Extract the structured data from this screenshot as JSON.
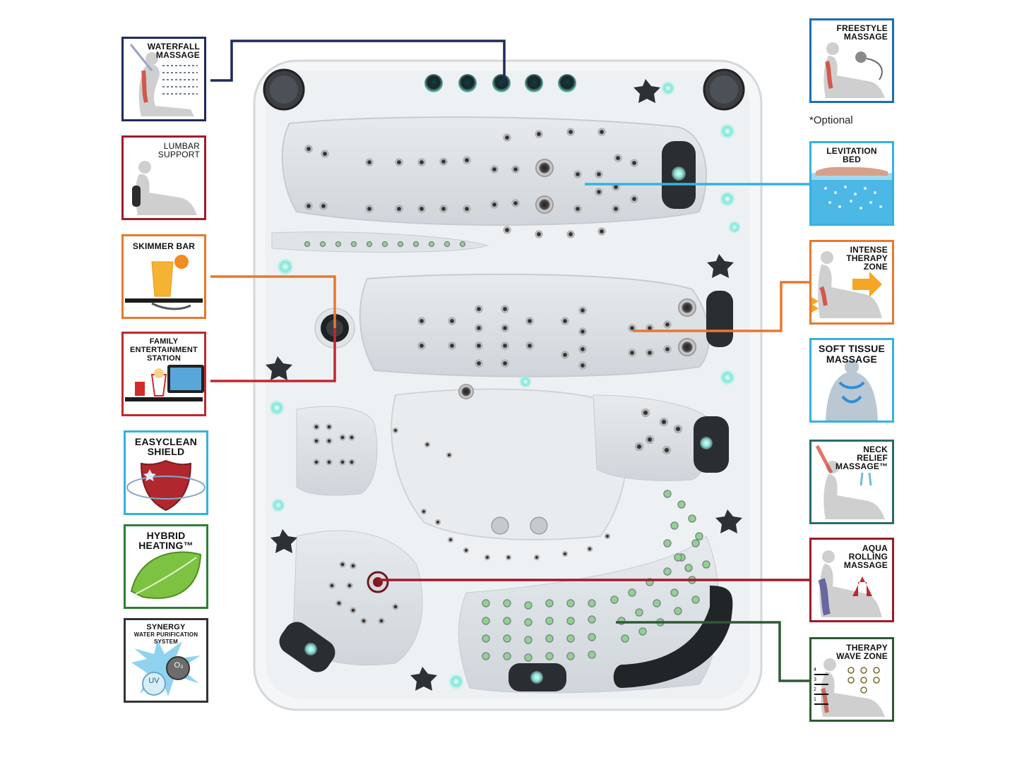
{
  "colors": {
    "navy": "#1f2a5c",
    "red": "#c0282e",
    "orange": "#e8782c",
    "teal": "#2a6b6b",
    "green": "#2e7d3a",
    "cyan": "#33b3de",
    "maroon": "#9e1b2a",
    "darkgreen": "#2f5a34",
    "gray": "#333333"
  },
  "features_left": [
    {
      "id": "waterfall",
      "lines": [
        "WATERFALL",
        "MASSAGE"
      ]
    },
    {
      "id": "lumbar",
      "lines": [
        "LUMBAR",
        "SUPPORT"
      ]
    },
    {
      "id": "skimmer",
      "lines": [
        "SKIMMER BAR"
      ]
    },
    {
      "id": "family",
      "lines": [
        "FAMILY",
        "ENTERTAINMENT",
        "STATION"
      ]
    },
    {
      "id": "easyclean",
      "lines": [
        "EASYCLEAN",
        "SHIELD"
      ]
    },
    {
      "id": "hybrid",
      "lines": [
        "HYBRID",
        "HEATING™"
      ]
    },
    {
      "id": "synergy",
      "lines": [
        "SYNERGY",
        "WATER PURIFICATION",
        "SYSTEM"
      ],
      "badges": [
        "O₃",
        "UV"
      ]
    }
  ],
  "features_right": [
    {
      "id": "freestyle",
      "lines": [
        "FREESTYLE",
        "MASSAGE"
      ]
    },
    {
      "id": "levitation",
      "lines": [
        "LEVITATION",
        "BED"
      ]
    },
    {
      "id": "intense",
      "lines": [
        "INTENSE",
        "THERAPY",
        "ZONE"
      ]
    },
    {
      "id": "softtissue",
      "lines": [
        "SOFT TISSUE",
        "MASSAGE"
      ]
    },
    {
      "id": "neck",
      "lines": [
        "NECK",
        "RELIEF",
        "MASSAGE™"
      ]
    },
    {
      "id": "aqua",
      "lines": [
        "AQUA",
        "ROLLING",
        "MASSAGE"
      ]
    },
    {
      "id": "wave",
      "lines": [
        "THERAPY",
        "WAVE ZONE"
      ],
      "levels": [
        "4",
        "3",
        "2",
        "1"
      ]
    }
  ],
  "optional_note": "*Optional"
}
